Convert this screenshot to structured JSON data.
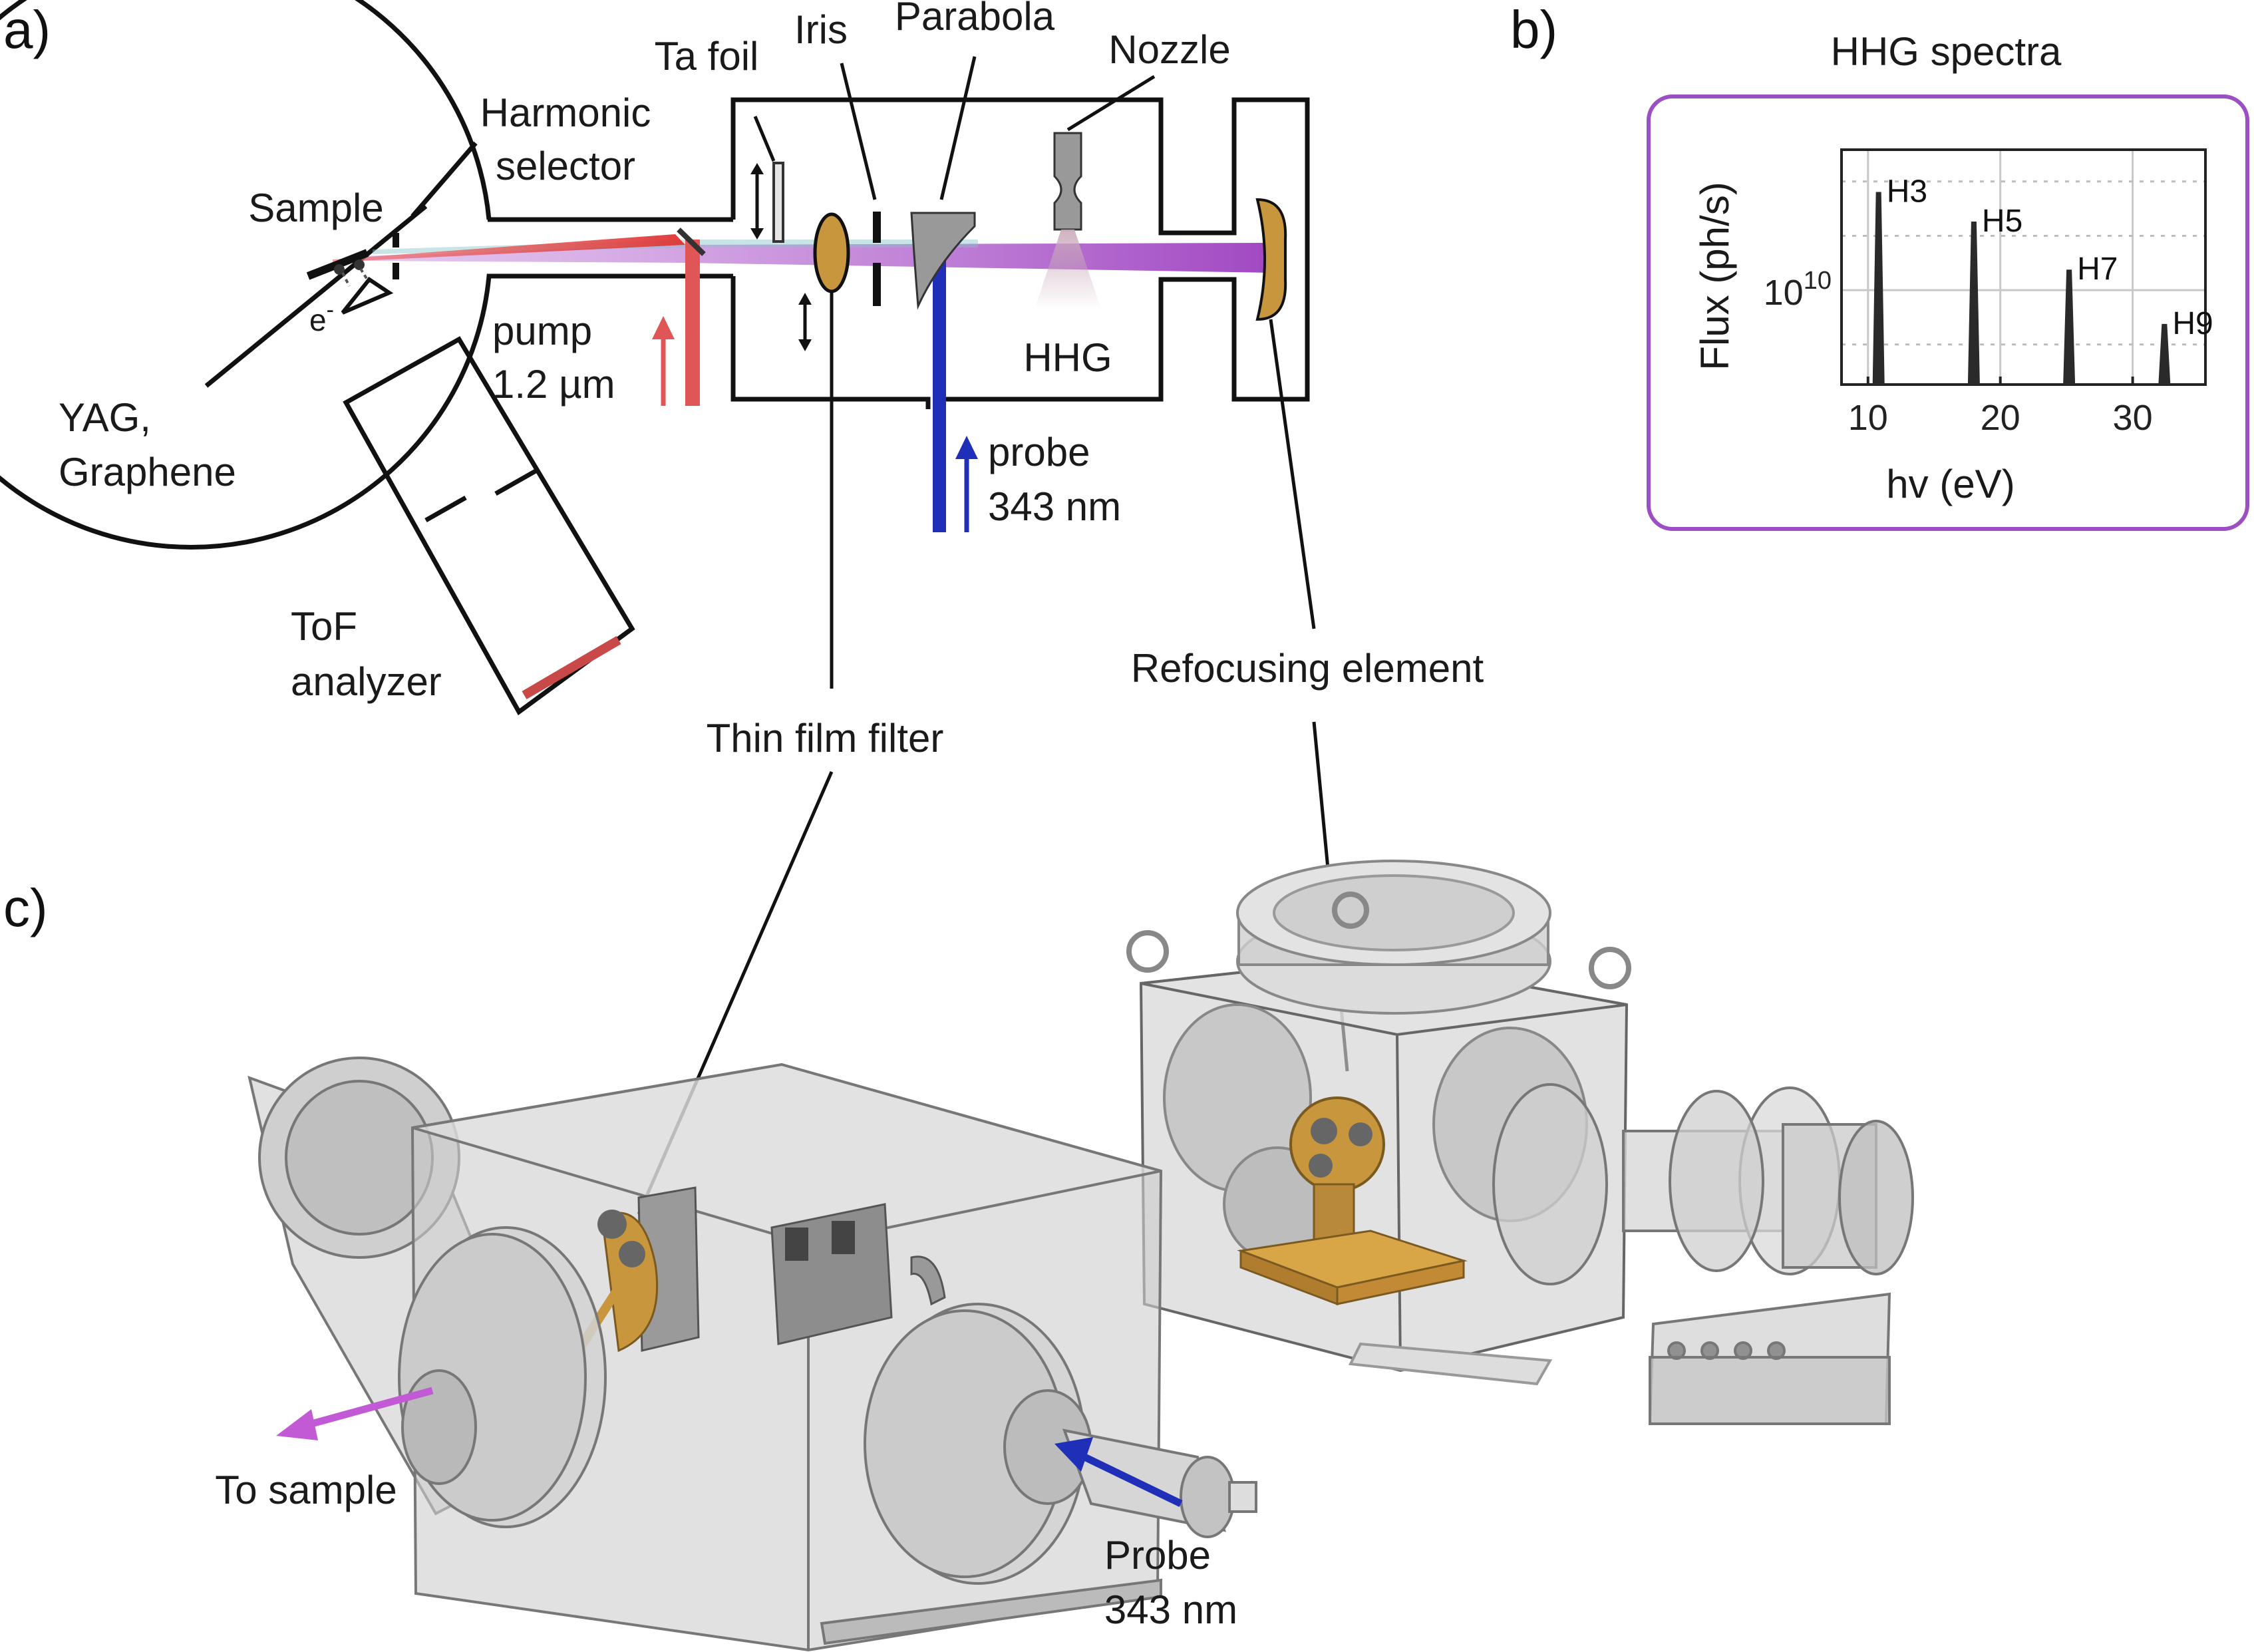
{
  "panels": {
    "a": "a)",
    "b": "b)",
    "c": "c)"
  },
  "schematic": {
    "sample": "Sample",
    "harmonic_selector_1": "Harmonic",
    "harmonic_selector_2": "selector",
    "electron": "e",
    "electron_sup": "-",
    "yag_1": "YAG,",
    "yag_2": "Graphene",
    "tof_1": "ToF",
    "tof_2": "analyzer",
    "ta_foil": "Ta foil",
    "iris": "Iris",
    "parabola": "Parabola",
    "nozzle": "Nozzle",
    "pump_1": "pump",
    "pump_2": "1.2 µm",
    "hhg": "HHG",
    "probe_1": "probe",
    "probe_2": "343 nm",
    "thin_film_filter": "Thin film filter",
    "refocusing_element": "Refocusing element"
  },
  "render_3d": {
    "to_sample": "To sample",
    "probe_1": "Probe",
    "probe_2": "343 nm"
  },
  "colors": {
    "pump": "#e05555",
    "probe": "#1f2fb8",
    "xuv": "#b35ad0",
    "gold": "#c8963c",
    "frame_b": "#9b4fc3"
  },
  "chart_data": {
    "type": "bar",
    "title": "HHG spectra",
    "xlabel": "hv (eV)",
    "ylabel": "Flux (ph/s)",
    "y_scale": "log",
    "xlim": [
      8,
      35.5
    ],
    "ylim": [
      3000000000,
      60000000000
    ],
    "x_ticks": [
      10,
      20,
      30
    ],
    "y_tick_values": [
      10000000000
    ],
    "y_tick_base": "10",
    "y_tick_exp": "10",
    "grid": true,
    "series": [
      {
        "points": [
          {
            "label": "H3",
            "x": 10.8,
            "y": 35000000000
          },
          {
            "label": "H5",
            "x": 18.0,
            "y": 24000000000
          },
          {
            "label": "H7",
            "x": 25.2,
            "y": 13000000000
          },
          {
            "label": "H9",
            "x": 32.4,
            "y": 6500000000
          }
        ]
      }
    ]
  }
}
